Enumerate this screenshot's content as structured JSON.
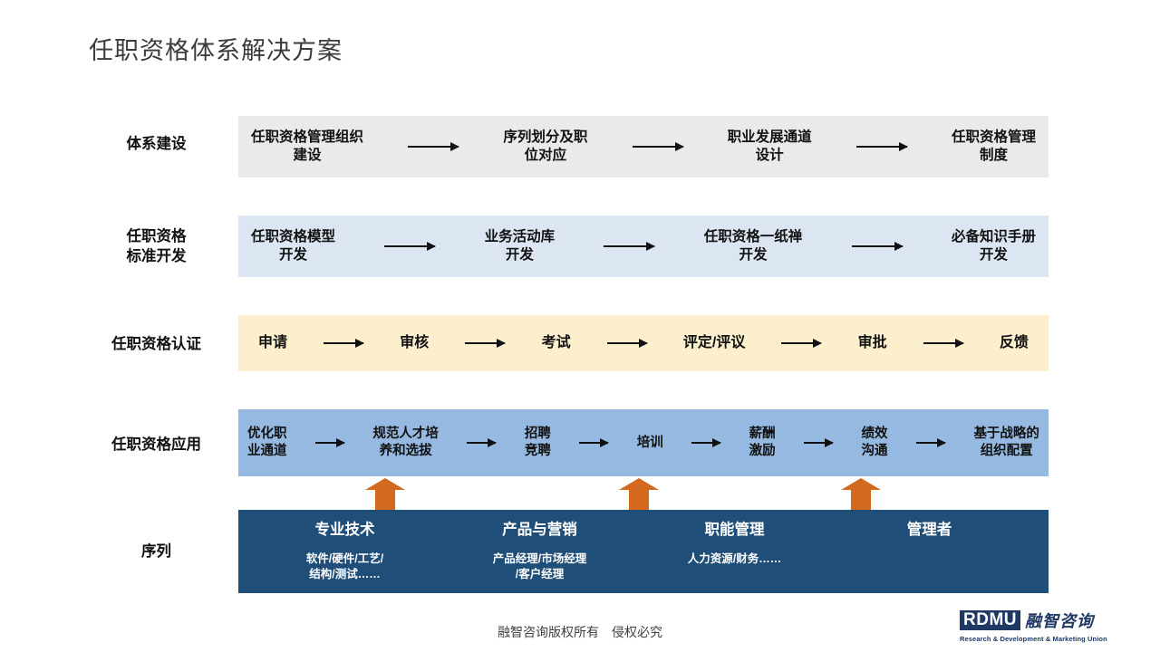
{
  "slide": {
    "title": "任职资格体系解决方案",
    "footer_note": "融智咨询版权所有　侵权必究"
  },
  "rows": [
    {
      "label": "体系建设",
      "bg": "#eaeaea",
      "steps": [
        "任职资格管理组织\n建设",
        "序列划分及职\n位对应",
        "职业发展通道\n设计",
        "任职资格管理\n制度"
      ]
    },
    {
      "label": "任职资格\n标准开发",
      "bg": "#dce6f2",
      "steps": [
        "任职资格模型\n开发",
        "业务活动库\n开发",
        "任职资格一纸禅\n开发",
        "必备知识手册\n开发"
      ]
    },
    {
      "label": "任职资格认证",
      "bg": "#fcefcd",
      "steps": [
        "申请",
        "审核",
        "考试",
        "评定/评议",
        "审批",
        "反馈"
      ]
    },
    {
      "label": "任职资格应用",
      "bg": "#95b9e0",
      "steps": [
        "优化职\n业通道",
        "规范人才培\n养和选拔",
        "招聘\n竞聘",
        "培训",
        "薪酬\n激励",
        "绩效\n沟通",
        "基于战略的\n组织配置"
      ]
    }
  ],
  "sequence": {
    "label": "序列",
    "bg": "#1f4e79",
    "columns": [
      {
        "title": "专业技术",
        "detail": "软件/硬件/工艺/\n结构/测试……"
      },
      {
        "title": "产品与营销",
        "detail": "产品经理/市场经理\n/客户经理"
      },
      {
        "title": "职能管理",
        "detail": "人力资源/财务……"
      },
      {
        "title": "管理者",
        "detail": ""
      }
    ],
    "connector_color": "#d2691e"
  },
  "logo": {
    "mark": "RDMU",
    "chinese": "融智咨询",
    "tagline": "Research & Development & Marketing Union",
    "brand_color": "#1f3864"
  },
  "icons": {
    "flow_arrow": "arrow-right-icon",
    "up_arrow": "arrow-up-icon"
  }
}
